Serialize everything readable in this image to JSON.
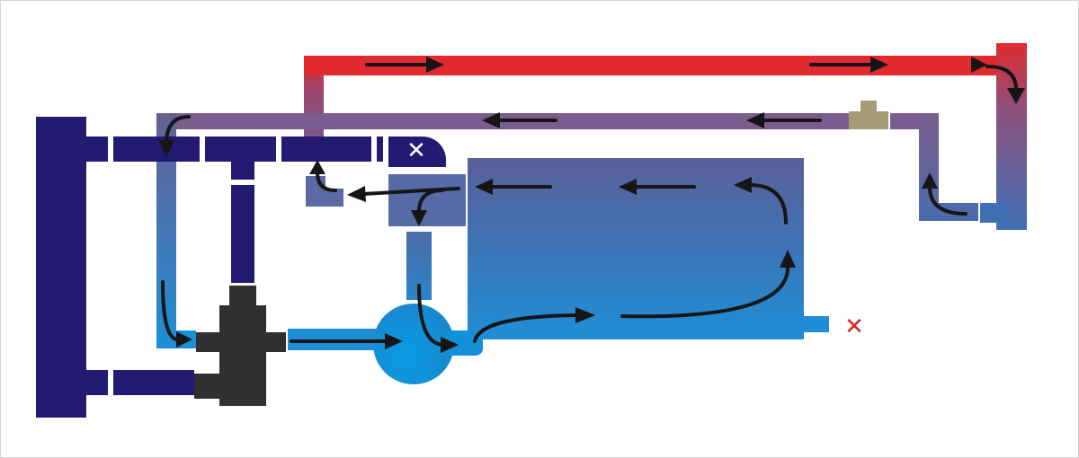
{
  "diagram": {
    "type": "heating-circuit-flow-schematic",
    "colors": {
      "background": "#ffffff",
      "frame": "#d4d4d4",
      "manifold": "#241a72",
      "hot_supply": "#e12a2f",
      "mixed_return": "#7b5d8e",
      "cool_blue": "#3a80c4",
      "bright_blue": "#0e95dc",
      "valve_body": "#303030",
      "air_vent": "#a79c78",
      "arrow": "#161616",
      "marker": "#d92222",
      "vent_mark": "#ffffff"
    },
    "components": [
      {
        "id": "manifold",
        "icon": "vertical-collector"
      },
      {
        "id": "mixing-valve",
        "icon": "three-way-valve"
      },
      {
        "id": "pump",
        "icon": "circulation-pump"
      },
      {
        "id": "tank",
        "icon": "storage-tank"
      },
      {
        "id": "boiler-return-pipe",
        "icon": "pipe-riser"
      },
      {
        "id": "air-vent",
        "icon": "tee-vent"
      },
      {
        "id": "top-vent",
        "icon": "x-mark-icon"
      },
      {
        "id": "drain-outlet",
        "icon": "red-x-icon"
      }
    ],
    "arrow_count": 18,
    "marks": {
      "top_vent_glyph": "✕",
      "drain_glyph": "✕"
    }
  }
}
